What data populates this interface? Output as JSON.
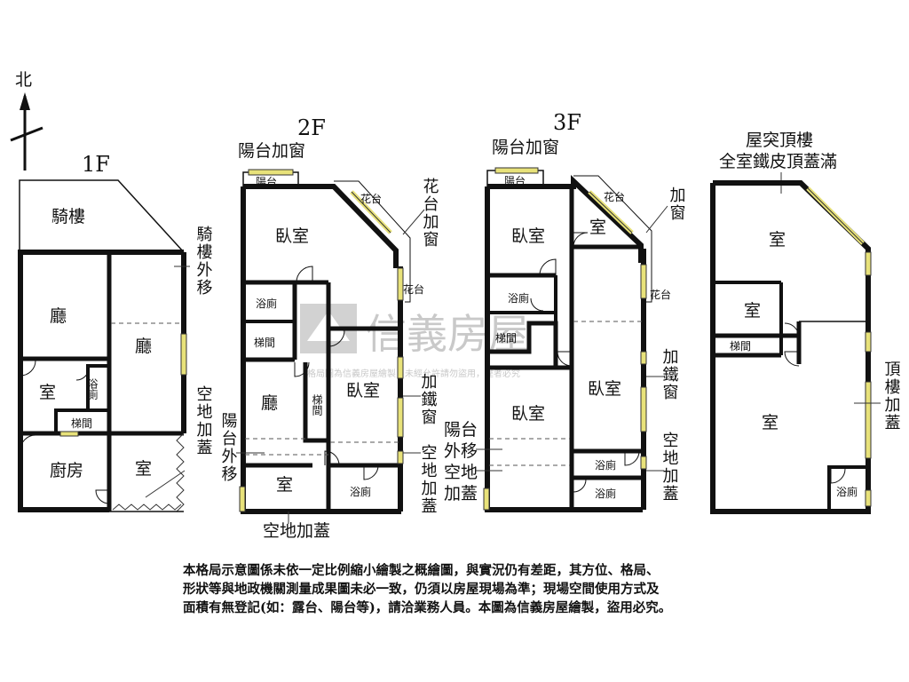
{
  "compass": {
    "north": "北"
  },
  "floors": {
    "f1": {
      "label": "1F",
      "rooms": {
        "arcade": "騎樓",
        "hall_left": "廳",
        "hall_right": "廳",
        "room": "室",
        "bath": "浴廁",
        "stairs": "梯間",
        "kitchen": "廚房",
        "room2": "室"
      },
      "notes": {
        "arcade_move": "騎樓外移",
        "open_build": "空地加蓋"
      }
    },
    "f2": {
      "label": "2F",
      "rooms": {
        "balcony": "陽台",
        "bedroom1": "臥室",
        "bath1": "浴廁",
        "stairs": "梯間",
        "hall": "廳",
        "stairs_v": "梯間",
        "bedroom2": "臥室",
        "room": "室",
        "bath2": "浴廁",
        "planter1": "花台",
        "planter2": "花台"
      },
      "notes": {
        "balcony_window": "陽台加窗",
        "planter_window": "花台加窗",
        "iron_window": "加鐵窗",
        "balcony_move": "陽台外移",
        "open_build_right": "空地加蓋",
        "open_build_bottom": "空地加蓋"
      }
    },
    "f3": {
      "label": "3F",
      "rooms": {
        "balcony": "陽台",
        "bedroom1": "臥室",
        "room": "室",
        "bath1": "浴廁",
        "stairs": "梯間",
        "bedroom2": "臥室",
        "bedroom3": "臥室",
        "bath2": "浴廁",
        "bath3": "浴廁",
        "planter1": "花台",
        "planter2": "花台"
      },
      "notes": {
        "balcony_window": "陽台加窗",
        "add_window": "加窗",
        "iron_window": "加鐵窗",
        "balcony_move": "陽台外移",
        "open_build_left": "空地加蓋",
        "open_build_right": "空地加蓋"
      }
    },
    "roof": {
      "title_line1": "屋突頂樓",
      "title_line2": "全室鐵皮頂蓋滿",
      "rooms": {
        "room_top": "室",
        "room_mid": "室",
        "stairs": "梯間",
        "room_big": "室",
        "bath": "浴廁"
      },
      "notes": {
        "roof_build": "頂樓加蓋"
      }
    }
  },
  "watermark": {
    "brand": "信義房屋",
    "sub": "格局圖為信義房屋繪製，未經允許請勿盜用，違者必究"
  },
  "disclaimer": {
    "line1": "本格局示意圖係未依一定比例縮小繪製之概繪圖，與實況仍有差距，其方位、格局、",
    "line2": "形狀等與地政機關測量成果圖未必一致，仍須以房屋現場為準；現場空間使用方式及",
    "line3": "面積有無登記(如：露台、陽台等)，請洽業務人員。本圖為信義房屋繪製，盜用必究。"
  }
}
